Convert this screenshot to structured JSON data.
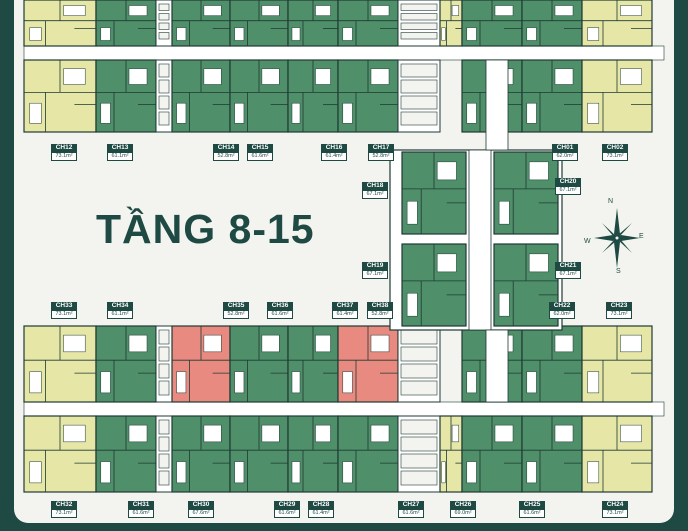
{
  "floor_title": "TẦNG 8-15",
  "compass": {
    "n": "N",
    "s": "S",
    "e": "E",
    "w": "W"
  },
  "apartments": [
    {
      "code": "CH12",
      "area": "73.1m²"
    },
    {
      "code": "CH13",
      "area": "61.1m²"
    },
    {
      "code": "CH14",
      "area": "52.8m²"
    },
    {
      "code": "CH15",
      "area": "61.6m²"
    },
    {
      "code": "CH16",
      "area": "61.4m²"
    },
    {
      "code": "CH17",
      "area": "52.8m²"
    },
    {
      "code": "CH01",
      "area": "62.0m²"
    },
    {
      "code": "CH02",
      "area": "73.1m²"
    },
    {
      "code": "CH18",
      "area": "67.1m²"
    },
    {
      "code": "CH20",
      "area": "67.1m²"
    },
    {
      "code": "CH19",
      "area": "67.1m²"
    },
    {
      "code": "CH21",
      "area": "67.1m²"
    },
    {
      "code": "CH33",
      "area": "73.1m²"
    },
    {
      "code": "CH34",
      "area": "61.1m²"
    },
    {
      "code": "CH35",
      "area": "52.8m²"
    },
    {
      "code": "CH36",
      "area": "61.6m²"
    },
    {
      "code": "CH37",
      "area": "61.4m²"
    },
    {
      "code": "CH38",
      "area": "52.8m²"
    },
    {
      "code": "CH22",
      "area": "62.0m²"
    },
    {
      "code": "CH23",
      "area": "73.1m²"
    },
    {
      "code": "CH32",
      "area": "73.1m²"
    },
    {
      "code": "CH31",
      "area": "61.6m²"
    },
    {
      "code": "CH30",
      "area": "67.6m²"
    },
    {
      "code": "CH29",
      "area": "61.6m²"
    },
    {
      "code": "CH28",
      "area": "61.4m²"
    },
    {
      "code": "CH27",
      "area": "61.6m²"
    },
    {
      "code": "CH26",
      "area": "69.0m²"
    },
    {
      "code": "CH25",
      "area": "61.6m²"
    },
    {
      "code": "CH24",
      "area": "73.1m²"
    }
  ],
  "colors": {
    "background": "#1f4a44",
    "paper": "#f3f4ef",
    "unit_green": "#4f8f69",
    "unit_yellow": "#e6e6a6",
    "unit_red": "#e88a80",
    "wall": "#1f3a34",
    "title": "#1f4a44"
  }
}
